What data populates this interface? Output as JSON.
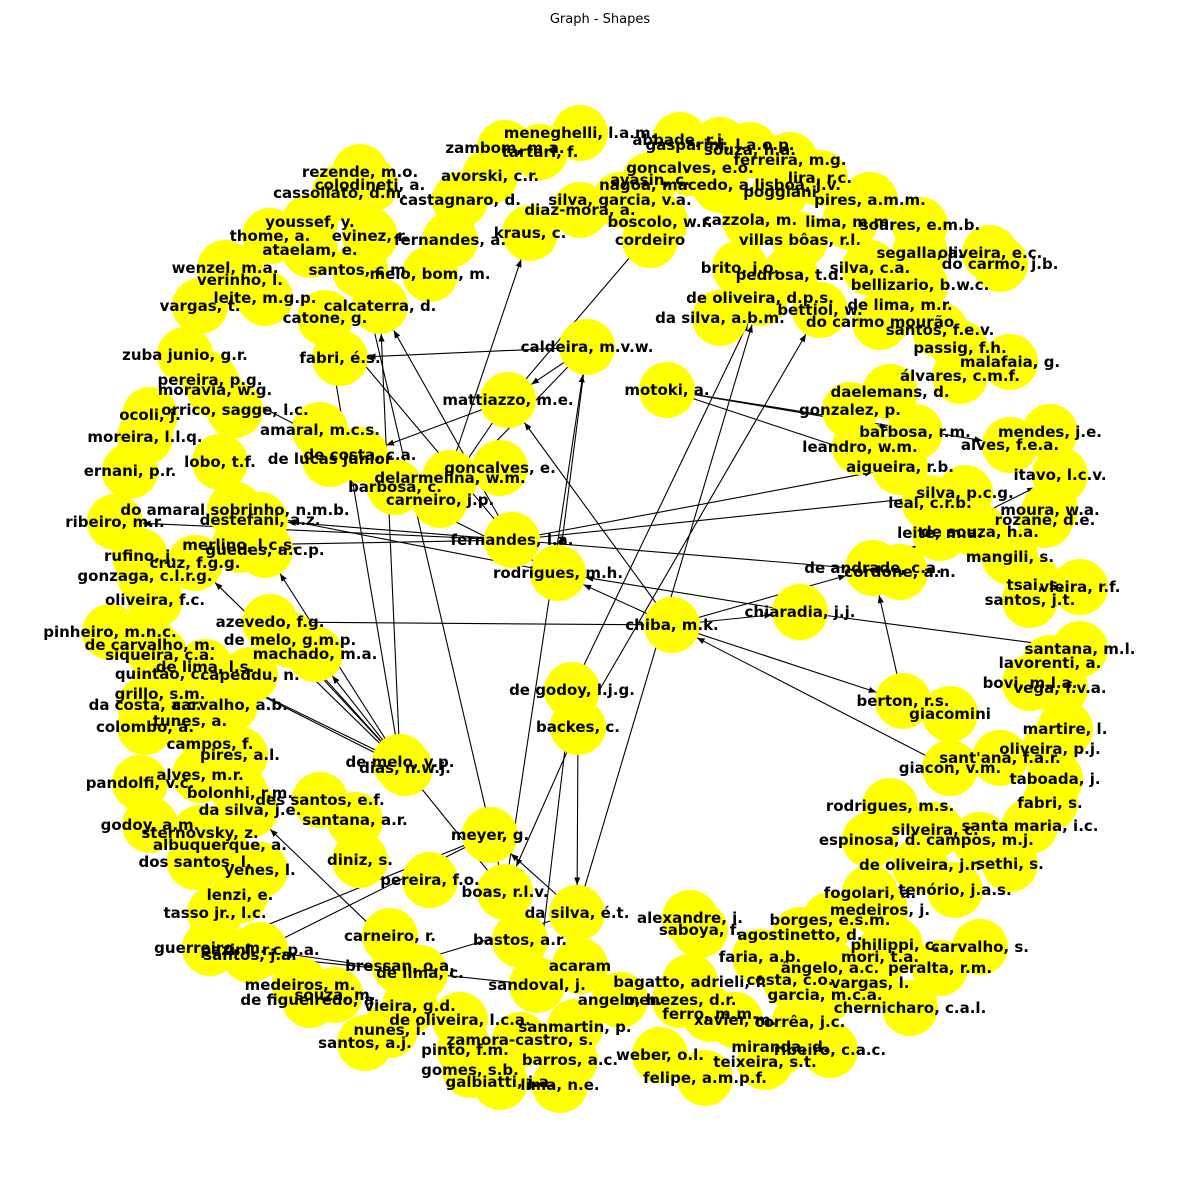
{
  "title": "Graph - Shapes",
  "colors": {
    "node": "#ffff00",
    "edge": "#000000",
    "label": "#000000"
  },
  "node_shape": "circle",
  "nodes": [
    "meneghelli, l.a.m.",
    "abbade, r.j.",
    "souza, h.a.",
    "ferreira, m.g.",
    "lira, r.c.",
    "gasparini, l.a.o.p.",
    "zambom, m.a.",
    "tartari, f.",
    "goncalves, e.o.",
    "ayasin, c.",
    "nagoa, macedo, a.lisboa, j.v.",
    "poggiani",
    "pires, a.m.m.",
    "rezende, m.o.",
    "avorski, c.r.",
    "colodineti, a.",
    "cassoliato, d.m.",
    "castagnaro, d.",
    "silva, garcia, v.a.",
    "diaz-mora, a.",
    "boscolo, w.r.",
    "cazzola, m.",
    "lima, m.m.",
    "soares, e.m.b.",
    "youssef, y.",
    "evinez, r.",
    "thome, a.",
    "kraus, c.",
    "fernandes, a.",
    "cordeiro",
    "villas bôas, r.l.",
    "segalla, a.",
    "oliveira, e.c.",
    "do carmo, j.b.",
    "wenzel, m.a.",
    "santos, c.m.",
    "melo, bom, m.",
    "brito, j.o.",
    "silva, c.a.",
    "pedrosa, t.d.",
    "bellizario, b.w.c.",
    "verinho, l.",
    "ataelam, e.",
    "vargas, t.",
    "leite, m.g.p.",
    "calcaterra, d.",
    "de oliveira, d.p.s.",
    "de lima, m.r.",
    "catone, g.",
    "bettiol, w.",
    "da silva, a.b.m.",
    "do carmo mourão",
    "santos, f.e.v.",
    "caldeira, m.v.w.",
    "zuba junio, g.r.",
    "fabri, é.s.",
    "pereira, p.g.",
    "passig, f.h.",
    "malafaia, g.",
    "moravia, w.g.",
    "motoki, a.",
    "álvares, c.m.f.",
    "mattiazzo, m.e.",
    "daelemans, d.",
    "orrico, sagge, l.c.",
    "ocoli, j.",
    "gonzalez, p.",
    "moreira, l.l.q.",
    "amaral, m.c.s.",
    "barbosa, r.m.",
    "mendes, j.e.",
    "leandro, w.m.",
    "alves, f.e.a.",
    "lobo, t.f.",
    "aigueira, r.b.",
    "ernani, p.r.",
    "de lucas junior",
    "de costa, c.a.",
    "delarmelina, w.m.",
    "goncalves, e.",
    "itavo, l.c.v.",
    "carneiro, j.p.",
    "silva, p.c.g.",
    "barbosa, c.",
    "leal, c.r.b.",
    "moura, w.a.",
    "do amaral sobrinho, n.m.b.",
    "destefani, a.z.",
    "rozane, d.e.",
    "ribeiro, m.r.",
    "leite, m.a.",
    "de souza, h.a.",
    "fernandes, l.a.",
    "merlino, l.c.s.",
    "guedes, a.c.p.",
    "rodrigues, m.h.",
    "mangili, s.",
    "rufino, j.",
    "cruz, f.g.g.",
    "de andrade, c.a.",
    "cordone, a.n.",
    "gonzaga, c.l.r.g.",
    "tsai, s.",
    "vieira, r.f.",
    "oliveira, f.c.",
    "chiaradia, j.j.",
    "santos, j.t.",
    "azevedo, f.g.",
    "chiba, m.k.",
    "pinheiro, m.n.c.",
    "de melo, g.m.p.",
    "de carvalho, m.",
    "santana, m.l.",
    "siqueira, c.a.",
    "machado, m.a.",
    "lavorenti, a.",
    "de lima, l.s.",
    "quintão, c.",
    "capeddu, n.",
    "bovi, m.l.a.",
    "vega, f.v.a.",
    "de godoy, l.j.g.",
    "berton, r.s.",
    "grillo, s.m.",
    "da costa, a.c.",
    "carvalho, a.b.",
    "giacomini",
    "martire, l.",
    "tunes, a.",
    "colombo, a.",
    "backes, c.",
    "oliveira, p.j.",
    "campos, f.",
    "pires, a.l.",
    "de melo, v.p.",
    "dias, n.w.j.",
    "giacon, v.m.",
    "taboada, j.",
    "alves, m.r.",
    "pandolfi, v.c.",
    "bolonhi, r.m.",
    "sant'ana, f.a.r.",
    "godoy, a.m.",
    "sternovsky, z.",
    "da silva, j.e.",
    "santana, a.r.",
    "meyer, g.",
    "rodrigues, m.s.",
    "santa maria, i.c.",
    "espinosa, d.",
    "campos, m.j.",
    "albuquerque, a.",
    "des santos, e.f.",
    "silveira, c.",
    "fabri, s.",
    "de oliveira, j.r.",
    "dos santos, l.",
    "sethi, s.",
    "yenes, l.",
    "pereira, f.o.",
    "diniz, s.",
    "lenzi, e.",
    "fogolari, a.",
    "tenório, j.a.s.",
    "boas, r.l.v.",
    "tasso jr., l.c.",
    "da silva, é.t.",
    "alexandre, j.",
    "borges, e.s.m.",
    "medeiros, j.",
    "agostinetto, d.",
    "guerreiro, m.",
    "pazini, r.c.p.a.",
    "saboya, f.",
    "santos, j.a.",
    "carneiro, r.",
    "bastos, a.r.",
    "philippi, c.",
    "carvalho, s.",
    "bressan, o.a.",
    "faria, a.b.",
    "mori, t.a.",
    "ângelo, a.c.",
    "peralta, r.m.",
    "de lima, c.",
    "acaram",
    "costa, c.o.",
    "vargas, l.",
    "medeiros, m.",
    "chernicharo, c.a.l.",
    "souza, m.",
    "sandoval, j.",
    "angelo, h.",
    "bagatto, adrieli, f.",
    "menezes, d.r.",
    "garcia, m.c.a.",
    "de figueiredo, a.",
    "vieira, g.d.",
    "nunes, i.",
    "de oliveira, l.c.a.",
    "sanmartin, p.",
    "ferro, m.m.",
    "xavier, m.",
    "corrêa, j.c.",
    "santos, a.j.",
    "zamora-castro, s.",
    "pinto, f.m.",
    "miranda, d.",
    "ribeiro, c.a.c.",
    "barros, a.c.",
    "weber, o.l.",
    "gomes, s.b.",
    "teixeira, s.t.",
    "felipe, a.m.p.f.",
    "galbiatti, j.a.",
    "lima, n.e."
  ],
  "edges": [
    [
      "caldeira, m.v.w.",
      "mattiazzo, m.e."
    ],
    [
      "caldeira, m.v.w.",
      "carneiro, j.p."
    ],
    [
      "caldeira, m.v.w.",
      "rodrigues, m.h."
    ],
    [
      "motoki, a.",
      "aigueira, r.b."
    ],
    [
      "motoki, a.",
      "barbosa, r.m."
    ],
    [
      "motoki, a.",
      "alves, f.e.a."
    ],
    [
      "mattiazzo, m.e.",
      "de costa, c.a."
    ],
    [
      "mattiazzo, m.e.",
      "carneiro, j.p."
    ],
    [
      "chiba, m.k.",
      "rodrigues, m.h."
    ],
    [
      "chiba, m.k.",
      "de andrade, c.a."
    ],
    [
      "chiba, m.k.",
      "chiaradia, j.j."
    ],
    [
      "chiba, m.k.",
      "azevedo, f.g."
    ],
    [
      "chiba, m.k.",
      "berton, r.s."
    ],
    [
      "chiba, m.k.",
      "mattiazzo, m.e."
    ],
    [
      "chiaradia, j.j.",
      "rodrigues, m.h."
    ],
    [
      "chiaradia, j.j.",
      "santana, m.l."
    ],
    [
      "de godoy, l.j.g.",
      "de oliveira, d.p.s."
    ],
    [
      "backes, c.",
      "bettiol, w."
    ],
    [
      "backes, c.",
      "boas, r.l.v."
    ],
    [
      "backes, c.",
      "da silva, é.t."
    ],
    [
      "de melo, v.p.",
      "machado, m.a."
    ],
    [
      "de melo, v.p.",
      "de melo, g.m.p."
    ],
    [
      "de melo, v.p.",
      "azevedo, f.g."
    ],
    [
      "de melo, v.p.",
      "guedes, a.c.p."
    ],
    [
      "de melo, v.p.",
      "catone, g."
    ],
    [
      "de melo, v.p.",
      "calcaterra, d."
    ],
    [
      "fernandes, l.a.",
      "merlino, l.c.s."
    ],
    [
      "fernandes, l.a.",
      "destefani, a.z."
    ],
    [
      "fernandes, l.a.",
      "ribeiro, m.r."
    ],
    [
      "fernandes, l.a.",
      "catone, g."
    ],
    [
      "fernandes, l.a.",
      "calcaterra, d."
    ],
    [
      "fernandes, l.a.",
      "aigueira, r.b."
    ],
    [
      "fernandes, l.a.",
      "silva, p.c.g."
    ],
    [
      "fernandes, l.a.",
      "cordone, a.n."
    ],
    [
      "rodrigues, m.h.",
      "do amaral sobrinho, n.m.b."
    ],
    [
      "rodrigues, m.h.",
      "de lucas junior"
    ],
    [
      "boas, r.l.v.",
      "caldeira, m.v.w."
    ],
    [
      "boas, r.l.v.",
      "santos, c.m."
    ],
    [
      "boas, r.l.v.",
      "de melo, v.p."
    ],
    [
      "da silva, é.t.",
      "de oliveira, d.p.s."
    ],
    [
      "da silva, é.t.",
      "meyer, g."
    ],
    [
      "da silva, é.t.",
      "bressan, o.a."
    ],
    [
      "sandoval, j.",
      "de godoy, l.j.g."
    ],
    [
      "sandoval, j.",
      "santos, j.a."
    ],
    [
      "carneiro, j.p.",
      "amaral, m.c.s."
    ],
    [
      "carneiro, j.p.",
      "pereira, p.g."
    ],
    [
      "dias, n.w.j.",
      "de lima, l.s."
    ],
    [
      "dias, n.w.j.",
      "cruz, f.g.g."
    ],
    [
      "de lima, c.",
      "pazini, r.c.p.a."
    ],
    [
      "de lima, c.",
      "da silva, j.e."
    ],
    [
      "meyer, g.",
      "santos, j.a."
    ],
    [
      "meyer, g.",
      "guerreiro, m."
    ],
    [
      "giacon, v.m.",
      "chiba, m.k."
    ],
    [
      "berton, r.s.",
      "de andrade, c.a."
    ],
    [
      "de andrade, c.a.",
      "leite, m.a."
    ],
    [
      "de andrade, c.a.",
      "itavo, l.c.v."
    ],
    [
      "caldeira, m.v.w.",
      "fabri, é.s."
    ],
    [
      "mattiazzo, m.e.",
      "boscolo, w.r."
    ],
    [
      "de melo, v.p.",
      "de lima, l.s."
    ],
    [
      "carneiro, j.p.",
      "kraus, c."
    ]
  ]
}
